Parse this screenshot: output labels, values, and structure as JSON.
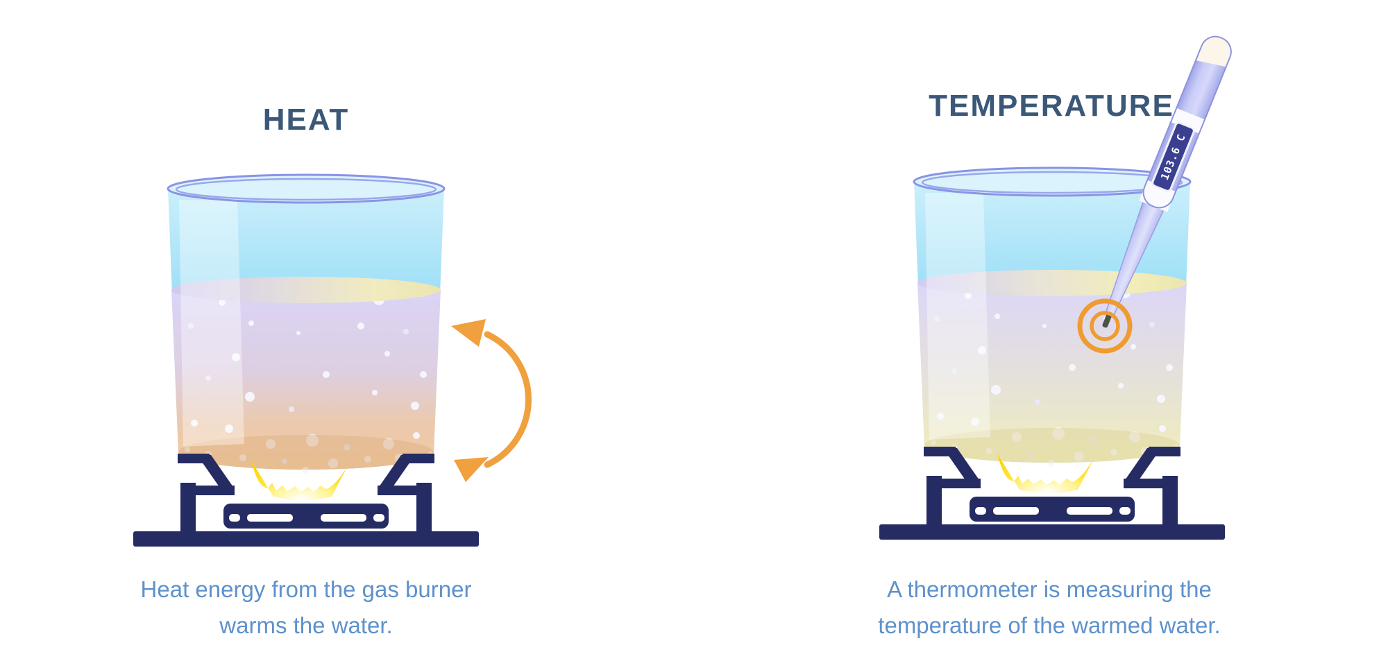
{
  "page": {
    "background": "#ffffff"
  },
  "panels": {
    "heat": {
      "title": "HEAT",
      "caption": "Heat energy from the gas burner\nwarms the water."
    },
    "temperature": {
      "title": "TEMPERATURE",
      "caption": "A thermometer is measuring the\ntemperature of the warmed water.",
      "thermometer_reading": "103.6 C"
    }
  },
  "icons": {
    "convection_arrow": "curved-half-circle-arrow",
    "measurement_target": "concentric-circles",
    "flame": "gas-flame",
    "burner": "camping-gas-burner",
    "beaker": "glass-beaker-of-water",
    "thermometer": "digital-thermometer"
  },
  "colors": {
    "title_text": "#3c5878",
    "caption_text": "#5e91ca",
    "burner_navy": "#252b63",
    "flame_yellow": "#fed108",
    "accent_orange": "#f0a03c",
    "glass_blue": "#70cdf2",
    "rim_stroke": "#8a93e6",
    "water_lavender": "#dcd5f6",
    "water_warm_left": "#f3ca9e",
    "water_warm_right": "#f1edbb",
    "thermometer_body": "#b9bdf3",
    "thermometer_display": "#3b3f90",
    "thermometer_cap": "#fbf5ea"
  }
}
